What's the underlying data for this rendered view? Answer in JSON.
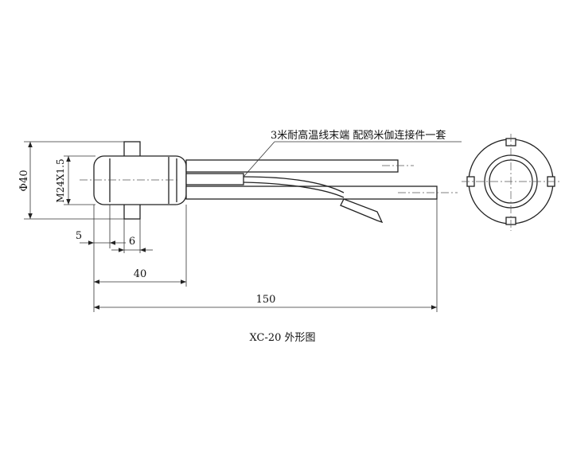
{
  "drawing": {
    "caption": "XC-20 外形图",
    "note": "3米耐高温线末端  配鸥米伽连接件一套",
    "dims": {
      "outer_diameter": "Φ40",
      "thread": "M24X1.5",
      "d5": "5",
      "d6": "6",
      "d40": "40",
      "d150": "150"
    }
  },
  "colors": {
    "line": "#222222",
    "background": "#ffffff"
  }
}
